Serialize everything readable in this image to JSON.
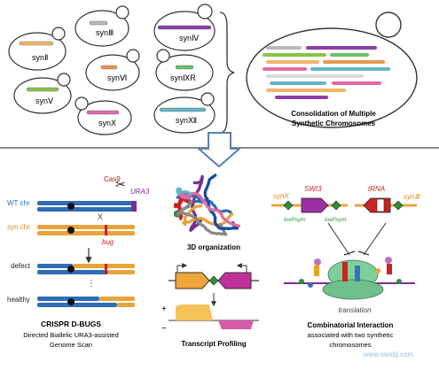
{
  "top": {
    "cells": [
      {
        "label": "synⅡ"
      },
      {
        "label": "synⅢ"
      },
      {
        "label": "synⅣ"
      },
      {
        "label": "synⅥ"
      },
      {
        "label": "synⅨR"
      },
      {
        "label": "synⅤ"
      },
      {
        "label": "synⅩ"
      },
      {
        "label": "synⅫ"
      }
    ],
    "consolidation_label_line1": "Consolidation of Multiple",
    "consolidation_label_line2": "Synthetic Chromosomes"
  },
  "dbugs": {
    "cas9": "Cas9",
    "ura3": "URA3",
    "wt_chr": "WT chr",
    "syn_chr": "syn chr",
    "cut_mark": "X",
    "bug": "bug",
    "defect": "defect",
    "healthy": "healthy",
    "title": "CRISPR D-BUGS",
    "subtitle_line1": "Directed Biallelic URA3-assisted",
    "subtitle_line2": "Genome Scan"
  },
  "middle": {
    "organization_label": "3D organization",
    "transcript_label": "Transcript Profiling",
    "plus": "+",
    "minus": "−"
  },
  "right": {
    "synx": "synX",
    "swi3": "SWI3",
    "trna": "tRNA",
    "synIII": "synⅢ",
    "loxpsym1": "loxPsym",
    "loxpsym2": "loxPsym",
    "translation": "translation",
    "title": "Combinatorial Interaction",
    "subtitle_line1": "associated with two synthetic",
    "subtitle_line2": "chromosomes"
  },
  "watermark": {
    "text": "www.swxbj.com"
  },
  "colors": {
    "blue_chr": "#2f6db5",
    "orange_chr": "#e8a43a",
    "purple": "#7a2d8f",
    "red": "#cc2222",
    "green": "#2a8f3a",
    "magenta": "#c0309a"
  }
}
